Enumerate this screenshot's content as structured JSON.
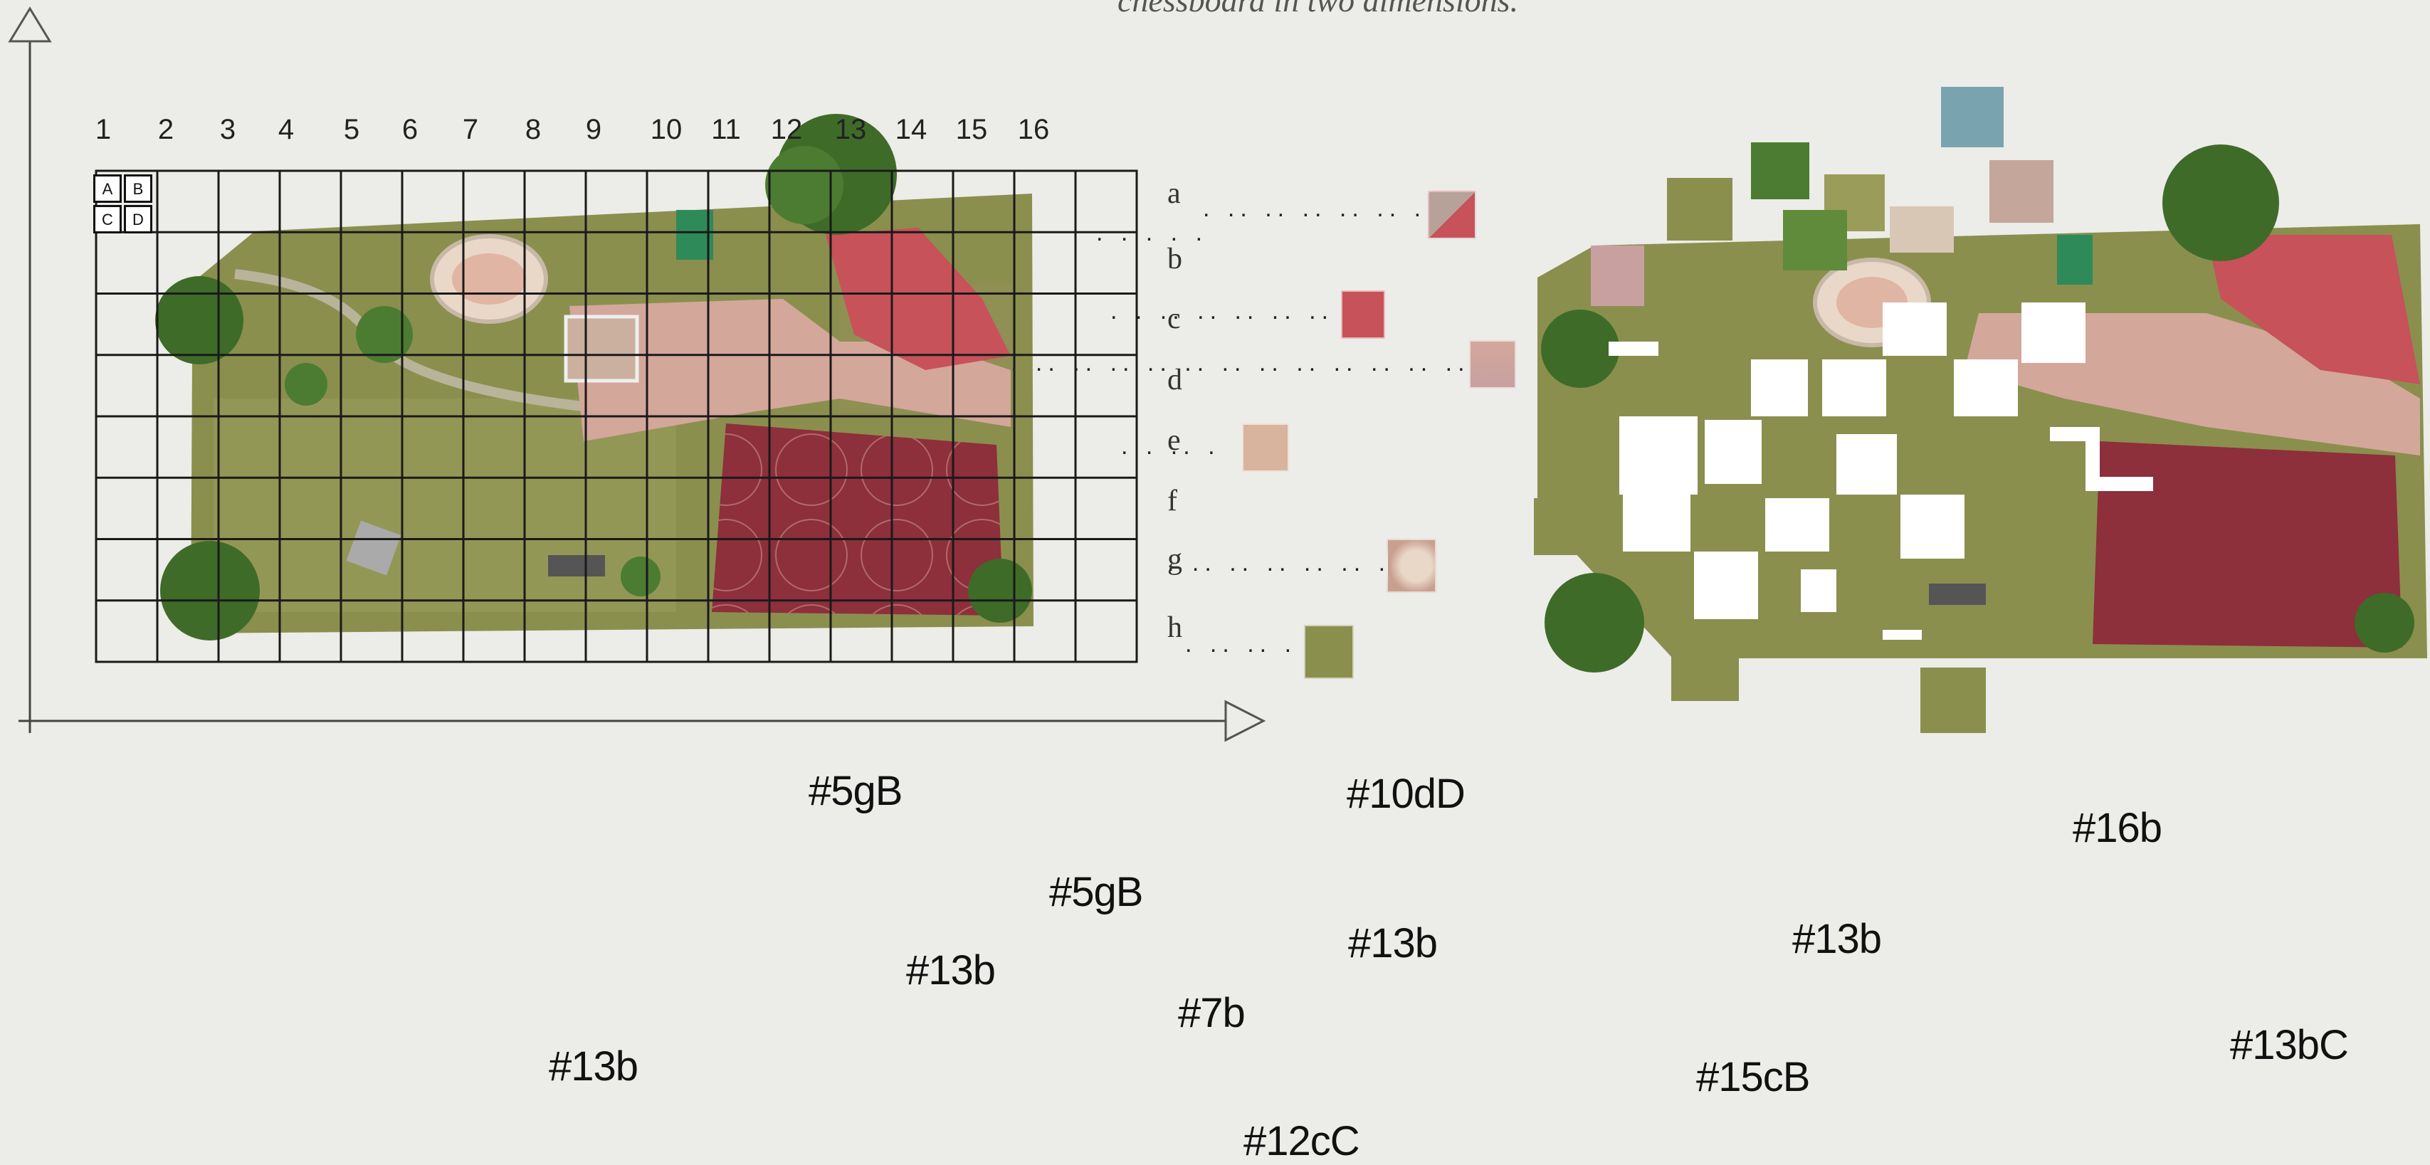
{
  "caption": "chessboard in two dimensions.",
  "grid": {
    "columns": [
      "1",
      "2",
      "3",
      "4",
      "5",
      "6",
      "7",
      "8",
      "9",
      "10",
      "11",
      "12",
      "13",
      "14",
      "15",
      "16"
    ],
    "rows": [
      "a",
      "b",
      "c",
      "d",
      "e",
      "f",
      "g",
      "h"
    ],
    "quadrants": [
      "A",
      "B",
      "C",
      "D"
    ]
  },
  "position_labels": [
    "#5gB",
    "#10dD",
    "#16b",
    "#5gB",
    "#13b",
    "#13b",
    "#13b",
    "#7b",
    "#13b",
    "#15cB",
    "#13bC",
    "#12cC"
  ],
  "colors": {
    "background": "#ecece8",
    "grass": "#8a8f4e",
    "court": "#8e2f3c",
    "path": "#d4a79b",
    "tree": "#3f6b28",
    "grid_line": "#1a1a1a"
  },
  "icons": {
    "axis_up": "arrow-up-icon",
    "axis_right": "arrow-right-icon"
  }
}
